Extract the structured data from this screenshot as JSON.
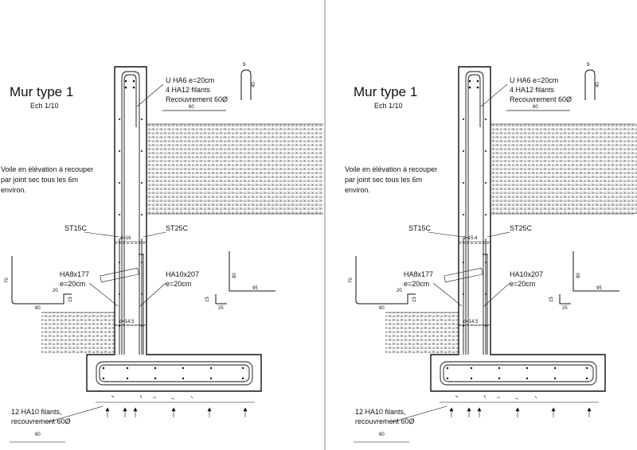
{
  "sheets": [
    {
      "title": "Mur type 1",
      "scale": "Ech 1/10",
      "note_lines": [
        "Voile en élévation à recouper",
        "par joint sec tous les 6m",
        "environ."
      ],
      "rebar_top_lines": [
        "U HA6 e=20cm",
        "4 HA12 filants",
        "Recouvrement 60Ø"
      ],
      "detail_top": {
        "width": "60",
        "leg1": "9",
        "leg2": "40"
      },
      "mesh_left": "ST15C",
      "mesh_right": "ST25C",
      "thickness_upper": "d=16",
      "thickness_lower": "d=14.5",
      "bar_left_lines": [
        "HA8x177",
        "e=20cm"
      ],
      "bar_right_lines": [
        "HA10x207",
        "e=20cm"
      ],
      "shape_left": {
        "a": "70",
        "b": "80",
        "c": "20",
        "d": "15"
      },
      "shape_right": {
        "a": "80",
        "b": "95",
        "c": "15",
        "d": "25"
      },
      "footing_lines": [
        "12 HA10 filants,",
        "recouvrement 60Ø"
      ],
      "bottom_dim": "60"
    },
    {
      "title": "Mur type 1",
      "scale": "Ech 1/10",
      "note_lines": [
        "Voile en élévation à recouper",
        "par joint sec tous les 6m",
        "environ."
      ],
      "rebar_top_lines": [
        "U HA6 e=20cm",
        "4 HA12 filants",
        "Recouvrement 60Ø"
      ],
      "detail_top": {
        "width": "60",
        "leg1": "9",
        "leg2": "40"
      },
      "mesh_left": "ST15C",
      "mesh_right": "ST25C",
      "thickness_upper": "d=15.4",
      "thickness_lower": "d=14.5",
      "bar_left_lines": [
        "HA8x177",
        "e=20cm"
      ],
      "bar_right_lines": [
        "HA10x207",
        "e=20cm"
      ],
      "shape_left": {
        "a": "70",
        "b": "80",
        "c": "20",
        "d": "15"
      },
      "shape_right": {
        "a": "80",
        "b": "95",
        "c": "15",
        "d": "25"
      },
      "footing_lines": [
        "12 HA10 filants,",
        "recouvrement 60Ø"
      ],
      "bottom_dim": "60"
    }
  ]
}
